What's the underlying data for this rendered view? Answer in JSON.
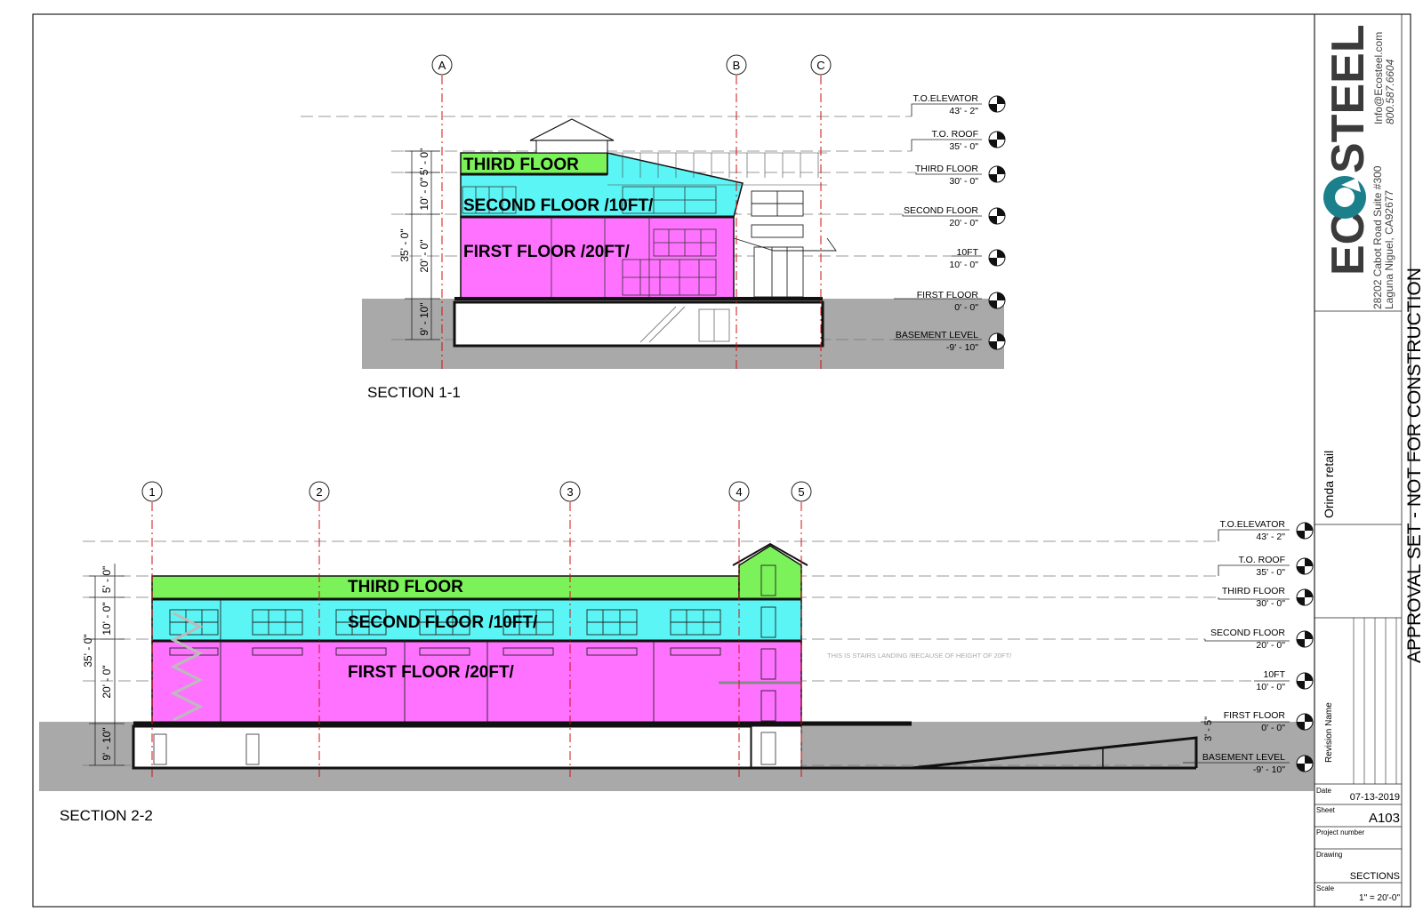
{
  "sections": {
    "s1": {
      "title": "SECTION 1-1",
      "grid": [
        "A",
        "B",
        "C"
      ],
      "floors": {
        "third": "THIRD FLOOR",
        "second": "SECOND FLOOR /10FT/",
        "first": "FIRST FLOOR /20FT/"
      },
      "dims": {
        "total": "35' - 0\"",
        "d5": "5' - 0\"",
        "d10": "10' - 0\"",
        "d20": "20' - 0\"",
        "dbase": "9' - 10\""
      },
      "levels": [
        {
          "name": "T.O.ELEVATOR",
          "elev": "43' - 2\""
        },
        {
          "name": "T.O. ROOF",
          "elev": "35' - 0\""
        },
        {
          "name": "THIRD FLOOR",
          "elev": "30' - 0\""
        },
        {
          "name": "SECOND FLOOR",
          "elev": "20' - 0\""
        },
        {
          "name": "10FT",
          "elev": "10' - 0\""
        },
        {
          "name": "FIRST FLOOR",
          "elev": "0' - 0\""
        },
        {
          "name": "BASEMENT LEVEL",
          "elev": "-9' - 10\""
        }
      ]
    },
    "s2": {
      "title": "SECTION 2-2",
      "grid": [
        "1",
        "2",
        "3",
        "4",
        "5"
      ],
      "floors": {
        "third": "THIRD FLOOR",
        "second": "SECOND FLOOR /10FT/",
        "first": "FIRST FLOOR /20FT/"
      },
      "dims": {
        "total": "35' - 0\"",
        "d5": "5' - 0\"",
        "d10": "10' - 0\"",
        "d20": "20' - 0\"",
        "dbase": "9' - 10\"",
        "dramp": "3' - 5\""
      },
      "note": "THIS IS STAIRS LANDING /BECAUSE OF HEIGHT OF 20FT/",
      "levels": [
        {
          "name": "T.O.ELEVATOR",
          "elev": "43' - 2\""
        },
        {
          "name": "T.O. ROOF",
          "elev": "35' - 0\""
        },
        {
          "name": "THIRD FLOOR",
          "elev": "30' - 0\""
        },
        {
          "name": "SECOND FLOOR",
          "elev": "20' - 0\""
        },
        {
          "name": "10FT",
          "elev": "10' - 0\""
        },
        {
          "name": "FIRST FLOOR",
          "elev": "0' - 0\""
        },
        {
          "name": "BASEMENT LEVEL",
          "elev": "-9' - 10\""
        }
      ]
    }
  },
  "title_block": {
    "brand_left": "EC",
    "brand_right": "STEEL",
    "address1": "28202 Cabot Road Suite #300",
    "address2": "Laguna Niguel, CA92677",
    "email": "Info@Ecosteel.com",
    "phone": "800.587.6604",
    "project": "Orinda retail",
    "revision_label": "Revision Name",
    "date_label": "Date",
    "date": "07-13-2019",
    "sheet_label": "Sheet",
    "sheet": "A103",
    "project_number_label": "Project number",
    "drawing_label": "Drawing",
    "drawing": "SECTIONS",
    "scale_label": "Scale",
    "scale": "1\" = 20'-0\"",
    "stamp": "APPROVAL SET - NOT FOR CONSTRUCTION"
  },
  "colors": {
    "third": "#7CF25A",
    "second": "#5CF5F5",
    "first": "#FF72FF",
    "ground": "#A9A9A9",
    "grid": "#D01010",
    "brand": "#1B7F8C"
  }
}
